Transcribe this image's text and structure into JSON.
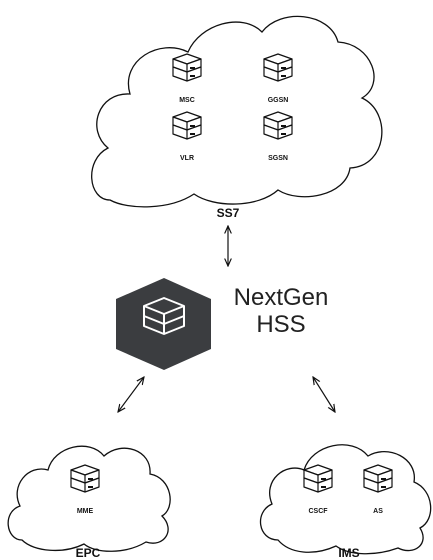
{
  "hss": {
    "line1": "NextGen",
    "line2": "HSS",
    "hex_color": "#3b3d40"
  },
  "clouds": {
    "ss7": {
      "label": "SS7",
      "servers": [
        "MSC",
        "GGSN",
        "VLR",
        "SGSN"
      ]
    },
    "epc": {
      "label": "EPC",
      "servers": [
        "MME"
      ]
    },
    "ims": {
      "label": "IMS",
      "servers": [
        "CSCF",
        "AS"
      ]
    }
  },
  "icons": {
    "server": "server-stack-icon",
    "hss": "hss-hexagon-icon",
    "link": "bidirectional-arrow"
  }
}
